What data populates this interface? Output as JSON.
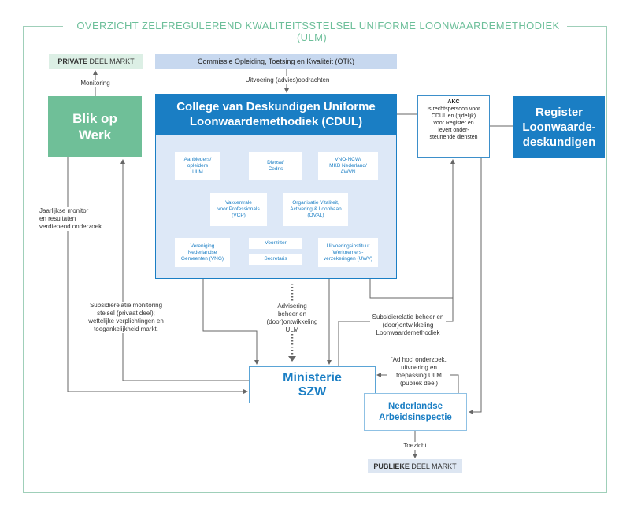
{
  "title": "OVERZICHT ZELFREGULEREND KWALITEITSSTELSEL UNIFORME LOONWAARDEMETHODIEK (ULM)",
  "private_tag": {
    "bold": "PRIVATE",
    "rest": " DEEL MARKT"
  },
  "public_tag": {
    "bold": "PUBLIEKE",
    "rest": " DEEL MARKT"
  },
  "otk": "Commissie Opleiding, Toetsing en Kwaliteit (OTK)",
  "labels": {
    "monitoring": "Monitoring",
    "uitvoering": "Uitvoering (advies)opdrachten",
    "jaarlijkse_1": "Jaarlijkse monitor",
    "jaarlijkse_2": "en resultaten",
    "jaarlijkse_3": "verdiepend onderzoek",
    "subsid_1": "Subsidierelatie monitoring",
    "subsid_2": "stelsel (privaat deel);",
    "subsid_3": "wettelijke verplichtingen en",
    "subsid_4": "toegankelijkheid markt.",
    "advis_1": "Advisering",
    "advis_2": "beheer en",
    "advis_3": "(door)ontwikkeling",
    "advis_4": "ULM",
    "beheer_1": "Subsidierelatie beheer en",
    "beheer_2": "(door)ontwikkeling",
    "beheer_3": "Loonwaardemethodiek",
    "adhoc_1": "'Ad hoc' onderzoek,",
    "adhoc_2": "uitvoering en",
    "adhoc_3": "toepassing ULM",
    "adhoc_4": "(publiek deel)",
    "toezicht": "Toezicht"
  },
  "blik": {
    "line1": "Blik op",
    "line2": "Werk"
  },
  "cdul": {
    "line1": "College van Deskundigen Uniforme",
    "line2": "Loonwaardemethodiek (CDUL)"
  },
  "members": {
    "m1": [
      "Aanbieders/",
      "opleiders",
      "ULM"
    ],
    "m2": [
      "Divosa/",
      "Cedris"
    ],
    "m3": [
      "VNO-NCW/",
      "MKB Nederland/",
      "AWVN"
    ],
    "m4": [
      "Vakcentrale",
      "voor Professionals",
      "(VCP)"
    ],
    "m5": [
      "Organisatie Vitaliteit,",
      "Activering & Loopbaan",
      "(OVAL)"
    ],
    "m6": [
      "Vereniging",
      "Nederlandse",
      "Gemeenten (VNG)"
    ],
    "m7": [
      "Voorzitter"
    ],
    "m8": [
      "Secretaris"
    ],
    "m9": [
      "Uitvoeringsinstituut",
      "Werknemers-",
      "verzekeringen (UWV)"
    ]
  },
  "akc": {
    "title": "AKC",
    "l1": "is rechtspersoon voor",
    "l2": "CDUL en (tijdelijk)",
    "l3": "voor Register en",
    "l4": "levert onder-",
    "l5": "steunende diensten"
  },
  "register": {
    "line1": "Register",
    "line2": "Loonwaarde-",
    "line3": "deskundigen"
  },
  "szw": {
    "line1": "Ministerie",
    "line2": "SZW"
  },
  "nla": {
    "line1": "Nederlandse",
    "line2": "Arbeidsinspectie"
  },
  "colors": {
    "green": "#6fbf98",
    "blue": "#1a7ec4",
    "light_blue": "#dde8f7",
    "frame": "#9fcfb9"
  }
}
